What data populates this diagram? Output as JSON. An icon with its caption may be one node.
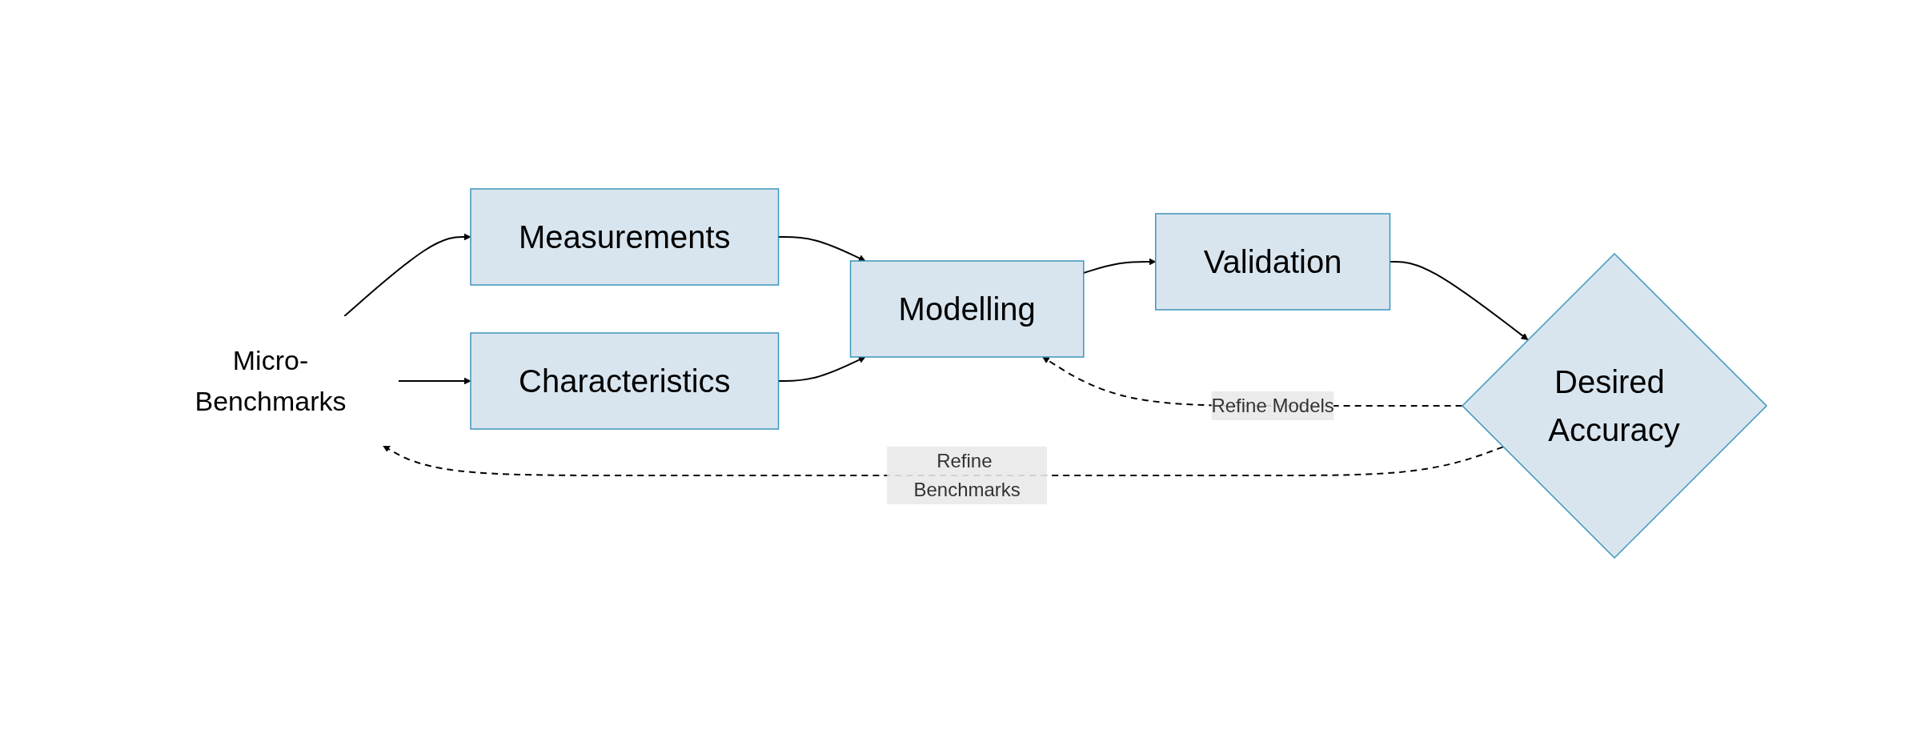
{
  "diagram": {
    "nodes": [
      {
        "text": [
          "Micro-Benchmarks"
        ]
      },
      {
        "text": [
          "Measurements"
        ]
      },
      {
        "text": [
          "Characteristics"
        ]
      },
      {
        "text": [
          "Modelling"
        ]
      },
      {
        "text": [
          "Validation"
        ]
      },
      {
        "text": [
          "Desired Accuracy"
        ]
      }
    ],
    "edges": [
      {
        "from": 0,
        "to": 1,
        "arrow": "to"
      },
      {
        "from": 0,
        "to": 2,
        "arrow": "to"
      },
      {
        "from": 1,
        "to": 3,
        "arrow": "to"
      },
      {
        "from": 2,
        "to": 3,
        "arrow": "to"
      },
      {
        "from": 3,
        "to": 4,
        "arrow": "to"
      },
      {
        "from": 4,
        "to": 5,
        "arrow": "to"
      },
      {
        "from": 5,
        "to": 3,
        "arrow": "to",
        "style": "dashed",
        "label": "Refine Models"
      },
      {
        "from": 5,
        "to": 0,
        "arrow": "to",
        "style": "dashed",
        "label": "Refine Benchmarks"
      }
    ]
  }
}
